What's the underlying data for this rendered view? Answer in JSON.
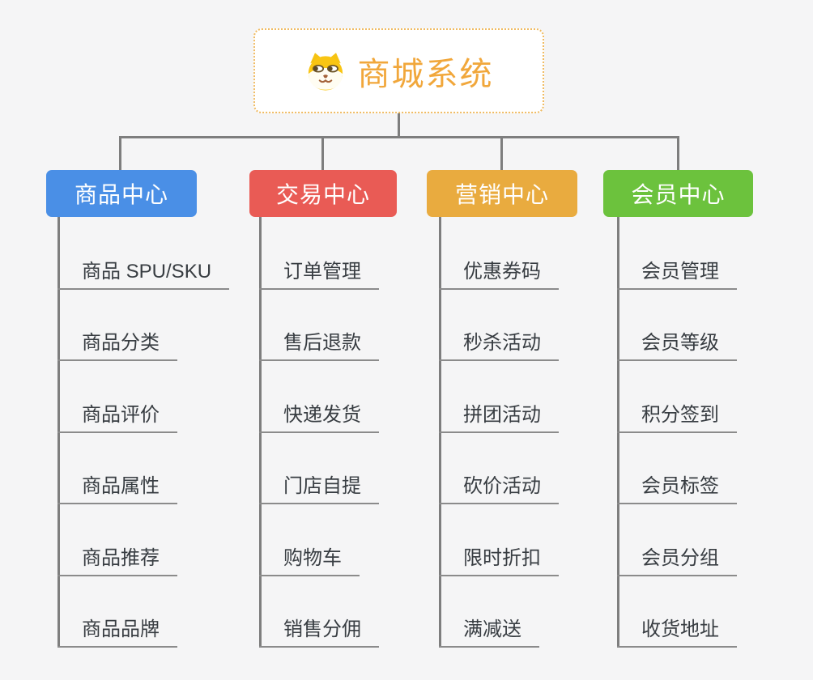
{
  "root": {
    "title": "商城系统",
    "title_color": "#f1a73b",
    "border_color": "#f0bb62",
    "icon": "shiba-dog-icon"
  },
  "branches": [
    {
      "label": "商品中心",
      "color": "#4a8fe6",
      "items": [
        "商品 SPU/SKU",
        "商品分类",
        "商品评价",
        "商品属性",
        "商品推荐",
        "商品品牌"
      ]
    },
    {
      "label": "交易中心",
      "color": "#e95b55",
      "items": [
        "订单管理",
        "售后退款",
        "快递发货",
        "门店自提",
        "购物车",
        "销售分佣"
      ]
    },
    {
      "label": "营销中心",
      "color": "#e9ab3f",
      "items": [
        "优惠券码",
        "秒杀活动",
        "拼团活动",
        "砍价活动",
        "限时折扣",
        "满减送"
      ]
    },
    {
      "label": "会员中心",
      "color": "#6cc23d",
      "items": [
        "会员管理",
        "会员等级",
        "积分签到",
        "会员标签",
        "会员分组",
        "收货地址"
      ]
    }
  ],
  "connector_color": "#7e7e7e",
  "leaf_underline_color": "#8b8b8b"
}
